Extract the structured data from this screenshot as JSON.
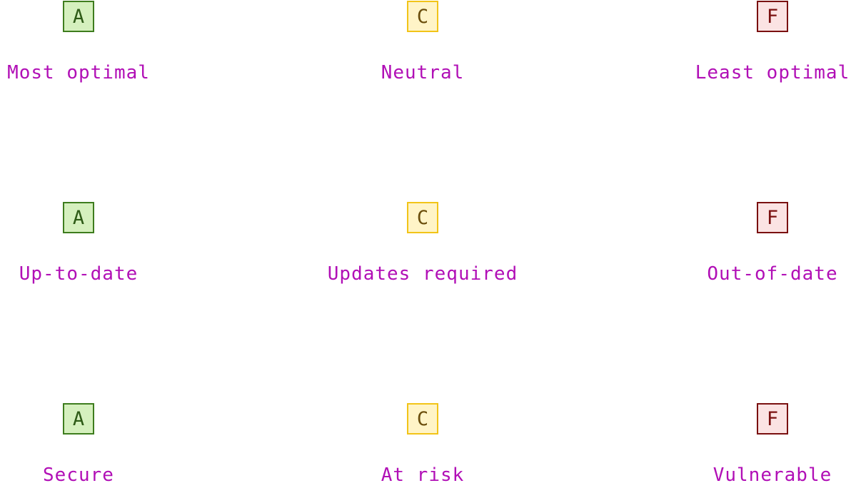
{
  "rows": [
    {
      "items": [
        {
          "grade": "A",
          "label": "Most optimal"
        },
        {
          "grade": "C",
          "label": "Neutral"
        },
        {
          "grade": "F",
          "label": "Least optimal"
        }
      ]
    },
    {
      "items": [
        {
          "grade": "A",
          "label": "Up-to-date"
        },
        {
          "grade": "C",
          "label": "Updates required"
        },
        {
          "grade": "F",
          "label": "Out-of-date"
        }
      ]
    },
    {
      "items": [
        {
          "grade": "A",
          "label": "Secure"
        },
        {
          "grade": "C",
          "label": "At risk"
        },
        {
          "grade": "F",
          "label": "Vulnerable"
        }
      ]
    }
  ],
  "colors": {
    "label_text": "#b10fb6",
    "grade_a_fill": "#d5f0be",
    "grade_a_border": "#3e7d1e",
    "grade_c_fill": "#fff4c7",
    "grade_c_border": "#f2c418",
    "grade_f_fill": "#fbe3e3",
    "grade_f_border": "#7a1010"
  }
}
